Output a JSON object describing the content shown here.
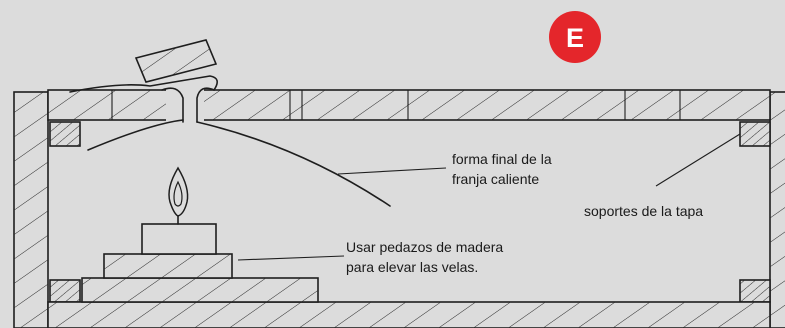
{
  "badge": {
    "letter": "E",
    "color": "#e4262b"
  },
  "labels": {
    "strip_shape": [
      "forma final de la",
      "franja caliente"
    ],
    "lid_supports": "soportes de la tapa",
    "wood_pieces": [
      "Usar pedazos de madera",
      "para elevar las velas."
    ]
  }
}
